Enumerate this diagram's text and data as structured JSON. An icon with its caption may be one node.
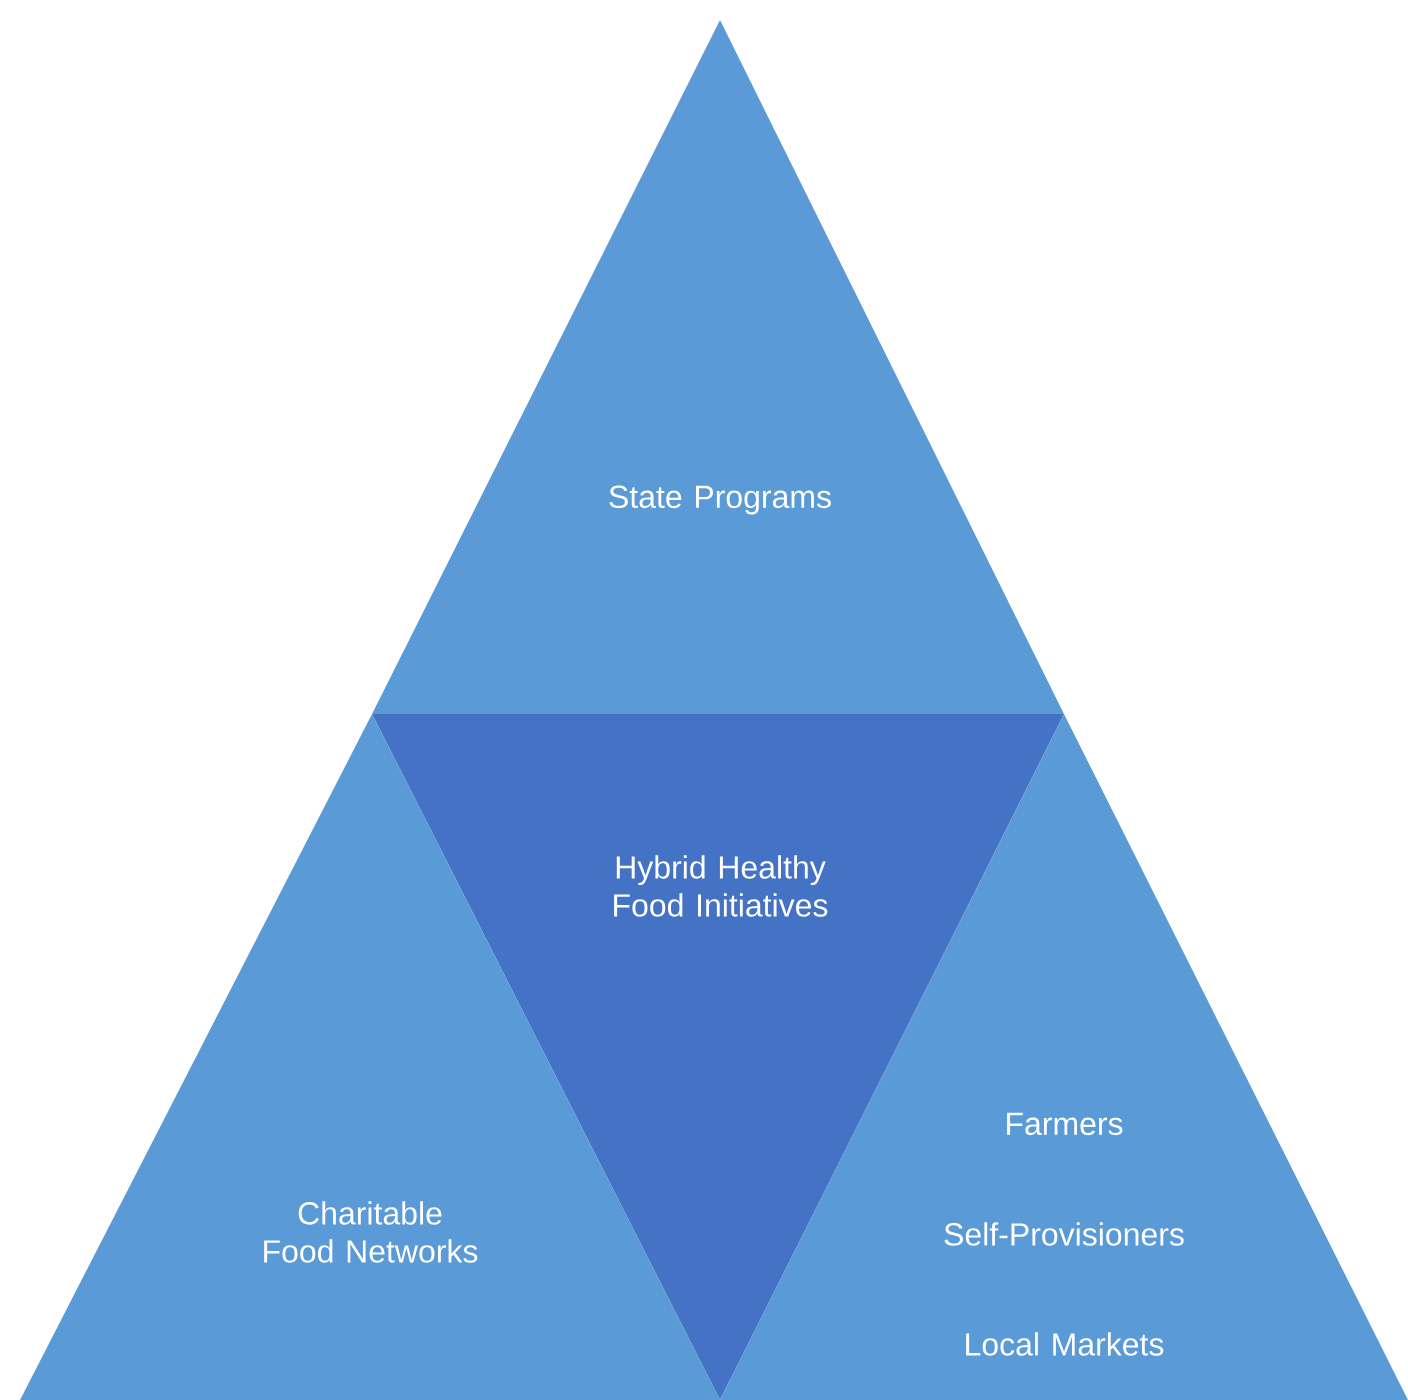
{
  "diagram": {
    "nodes": [
      {
        "text": [
          "State Programs"
        ]
      },
      {
        "text": [
          "Hybrid Healthy Food Initiatives"
        ]
      },
      {
        "text": [
          "Charitable Food Networks"
        ]
      },
      {
        "text": [
          "Farmers",
          "Self-Provisioners",
          "Local Markets"
        ]
      }
    ]
  }
}
